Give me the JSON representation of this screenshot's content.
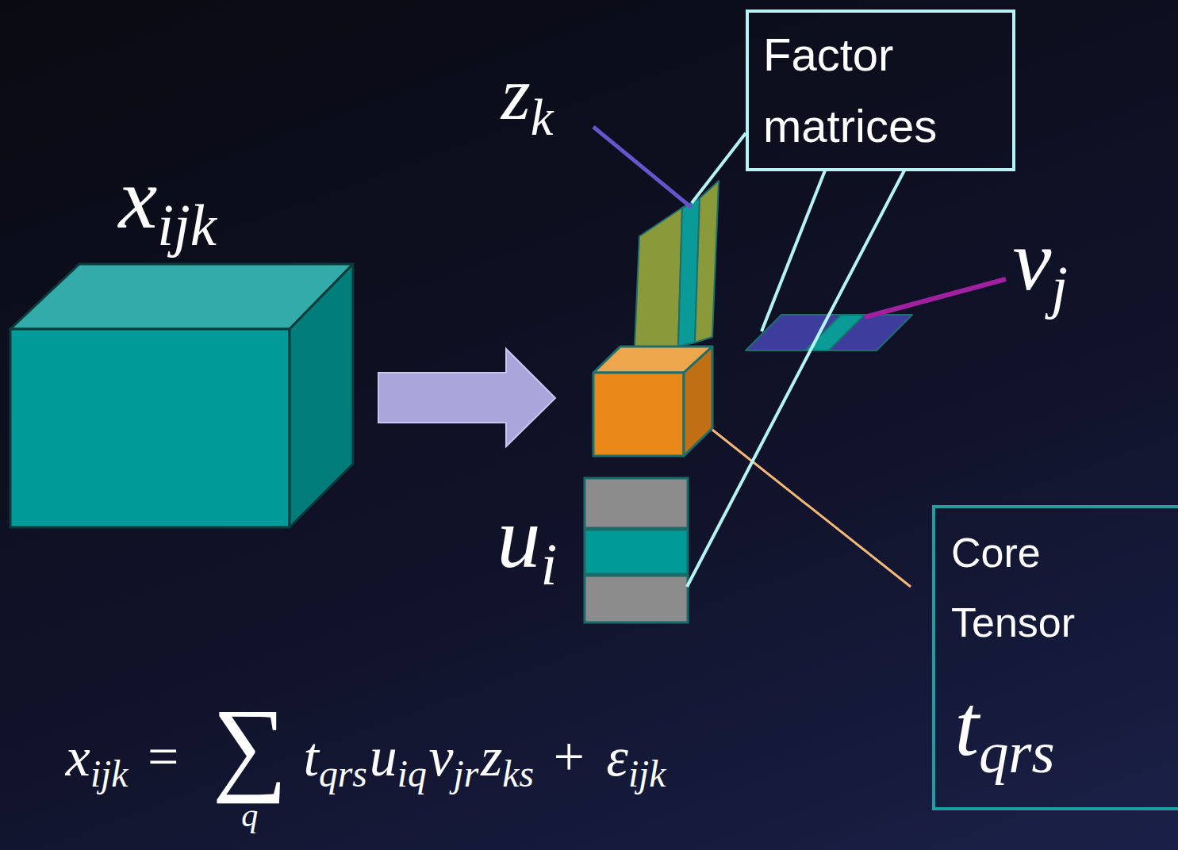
{
  "diagram": {
    "nodes": [
      {
        "text": [
          "Factor matrices"
        ]
      },
      {
        "text": [
          "Core Tensor",
          "t",
          "qrs"
        ]
      }
    ],
    "labels": [
      "z",
      "k",
      "x",
      "ijk",
      "v",
      "j",
      "u",
      "i",
      "x",
      "ijk",
      "=",
      "∑",
      "q",
      "t",
      "qrs",
      "u",
      "iq",
      "v",
      "jr",
      "z",
      "ks",
      "+",
      "ε",
      "ijk"
    ]
  }
}
